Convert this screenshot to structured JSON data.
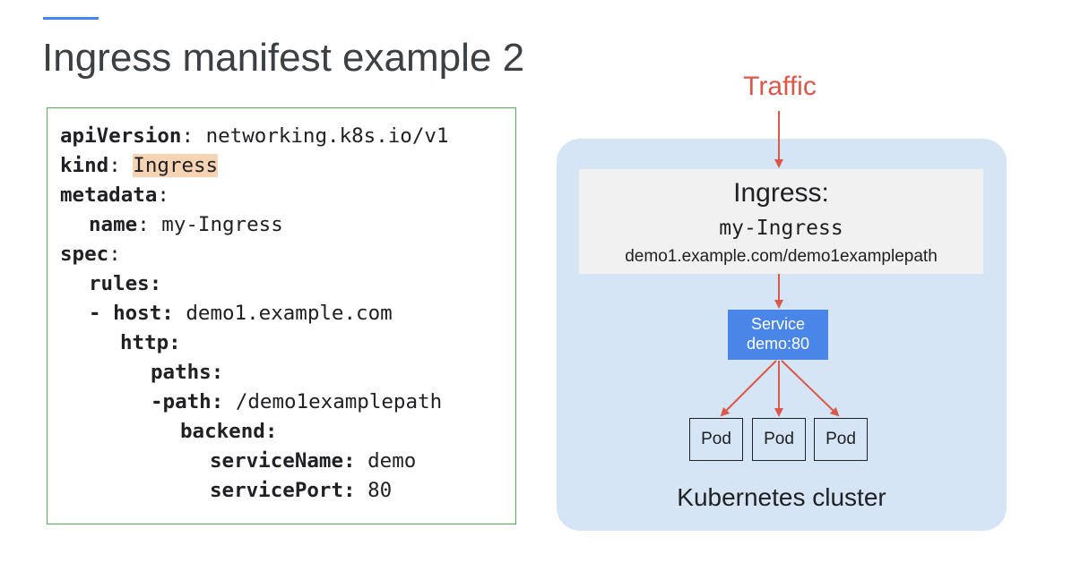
{
  "slide": {
    "title": "Ingress manifest example 2",
    "accent_color": "#4285f4"
  },
  "code": {
    "border_color": "#5aa95a",
    "highlight_color": "#f6d3b3",
    "lines": [
      {
        "key": "apiVersion",
        "sep": ": ",
        "value": "networking.k8s.io/v1"
      },
      {
        "key": "kind",
        "sep": ": ",
        "value": "Ingress",
        "highlight": true
      },
      {
        "key": "metadata",
        "sep": ":",
        "value": ""
      },
      {
        "key": "name",
        "sep": ": ",
        "value": "my-Ingress"
      },
      {
        "key": "spec",
        "sep": ":",
        "value": ""
      },
      {
        "key": "rules:",
        "sep": "",
        "value": ""
      },
      {
        "key": "- host:",
        "sep": " ",
        "value": "demo1.example.com"
      },
      {
        "key": "http:",
        "sep": "",
        "value": ""
      },
      {
        "key": "paths:",
        "sep": "",
        "value": ""
      },
      {
        "key": "-path:",
        "sep": " ",
        "value": "/demo1examplepath"
      },
      {
        "key": "backend:",
        "sep": "",
        "value": ""
      },
      {
        "key": "serviceName:",
        "sep": " ",
        "value": "demo"
      },
      {
        "key": "servicePort:",
        "sep": " ",
        "value": "80"
      }
    ]
  },
  "diagram": {
    "traffic_label": "Traffic",
    "traffic_color": "#d9584a",
    "ingress": {
      "title": "Ingress:",
      "name": "my-Ingress",
      "url": "demo1.example.com/demo1examplepath"
    },
    "service": {
      "line1": "Service",
      "line2": "demo:80",
      "color": "#4a86e8"
    },
    "pods": [
      "Pod",
      "Pod",
      "Pod"
    ],
    "cluster_label": "Kubernetes cluster",
    "cluster_color": "#d5e5f5"
  }
}
